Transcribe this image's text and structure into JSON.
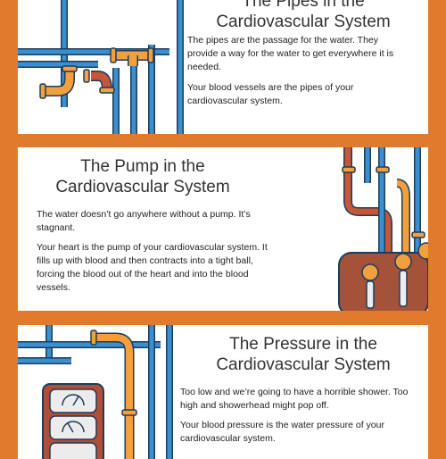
{
  "sections": [
    {
      "title_line1": "The Pipes in the",
      "title_line2": "Cardiovascular System",
      "paragraphs": [
        "The pipes are the passage for the water. They provide a way for the water to get everywhere it is needed.",
        "Your blood vessels are the pipes of your cardiovascular system."
      ]
    },
    {
      "title_line1": "The Pump in the",
      "title_line2": "Cardiovascular System",
      "paragraphs": [
        "The water doesn’t go anywhere without a pump. It’s stagnant.",
        "Your heart is the pump of your cardiovascular system. It fills up with blood and then contracts into a tight ball, forcing the blood out of the heart and into the blood vessels."
      ]
    },
    {
      "title_line1": "The Pressure in the",
      "title_line2": "Cardiovascular System",
      "paragraphs": [
        "Too low and we’re going to have a horrible shower. Too high and showerhead might pop off.",
        "Your blood pressure is the water pressure of your cardiovascular system."
      ]
    }
  ],
  "colors": {
    "background": "#e07b2d",
    "card": "#ffffff",
    "pipe_blue": "#3a8fd0",
    "pipe_orange": "#f2a03d",
    "pump_brown": "#a4523a"
  }
}
